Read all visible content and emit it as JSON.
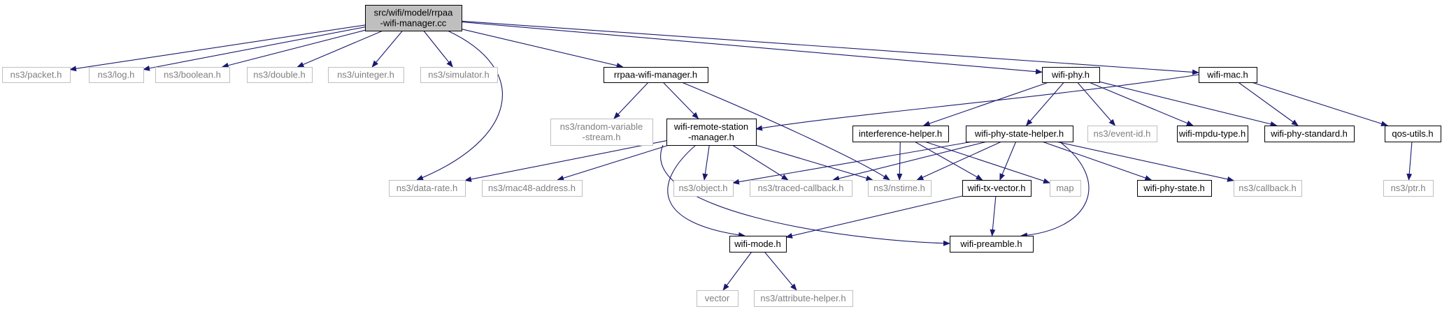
{
  "diagram": {
    "colors": {
      "edge": "#191970",
      "root_fill": "#bfbfbf",
      "local_border": "#000000",
      "external_border": "#bfbfbf",
      "external_text": "#7f7f7f"
    },
    "nodes": [
      {
        "id": "root",
        "lines": [
          "src/wifi/model/rrpaa",
          "-wifi-manager.cc"
        ],
        "kind": "root"
      },
      {
        "id": "packet",
        "lines": [
          "ns3/packet.h"
        ],
        "kind": "external"
      },
      {
        "id": "log",
        "lines": [
          "ns3/log.h"
        ],
        "kind": "external"
      },
      {
        "id": "boolean",
        "lines": [
          "ns3/boolean.h"
        ],
        "kind": "external"
      },
      {
        "id": "double",
        "lines": [
          "ns3/double.h"
        ],
        "kind": "external"
      },
      {
        "id": "uinteger",
        "lines": [
          "ns3/uinteger.h"
        ],
        "kind": "external"
      },
      {
        "id": "simulator",
        "lines": [
          "ns3/simulator.h"
        ],
        "kind": "external"
      },
      {
        "id": "rrpaa",
        "lines": [
          "rrpaa-wifi-manager.h"
        ],
        "kind": "local"
      },
      {
        "id": "wifiphy",
        "lines": [
          "wifi-phy.h"
        ],
        "kind": "local"
      },
      {
        "id": "wifimac",
        "lines": [
          "wifi-mac.h"
        ],
        "kind": "local"
      },
      {
        "id": "randvar",
        "lines": [
          "ns3/random-variable",
          "-stream.h"
        ],
        "kind": "external"
      },
      {
        "id": "wrsm",
        "lines": [
          "wifi-remote-station",
          "-manager.h"
        ],
        "kind": "local"
      },
      {
        "id": "interf",
        "lines": [
          "interference-helper.h"
        ],
        "kind": "local"
      },
      {
        "id": "wpsh",
        "lines": [
          "wifi-phy-state-helper.h"
        ],
        "kind": "local"
      },
      {
        "id": "eventid",
        "lines": [
          "ns3/event-id.h"
        ],
        "kind": "external"
      },
      {
        "id": "mpdutype",
        "lines": [
          "wifi-mpdu-type.h"
        ],
        "kind": "local"
      },
      {
        "id": "phystd",
        "lines": [
          "wifi-phy-standard.h"
        ],
        "kind": "local"
      },
      {
        "id": "qos",
        "lines": [
          "qos-utils.h"
        ],
        "kind": "local"
      },
      {
        "id": "datarate",
        "lines": [
          "ns3/data-rate.h"
        ],
        "kind": "external"
      },
      {
        "id": "mac48",
        "lines": [
          "ns3/mac48-address.h"
        ],
        "kind": "external"
      },
      {
        "id": "object",
        "lines": [
          "ns3/object.h"
        ],
        "kind": "external"
      },
      {
        "id": "traced",
        "lines": [
          "ns3/traced-callback.h"
        ],
        "kind": "external"
      },
      {
        "id": "nstime",
        "lines": [
          "ns3/nstime.h"
        ],
        "kind": "external"
      },
      {
        "id": "txvector",
        "lines": [
          "wifi-tx-vector.h"
        ],
        "kind": "local"
      },
      {
        "id": "map",
        "lines": [
          "map"
        ],
        "kind": "external"
      },
      {
        "id": "physstate",
        "lines": [
          "wifi-phy-state.h"
        ],
        "kind": "local"
      },
      {
        "id": "callback",
        "lines": [
          "ns3/callback.h"
        ],
        "kind": "external"
      },
      {
        "id": "ptr",
        "lines": [
          "ns3/ptr.h"
        ],
        "kind": "external"
      },
      {
        "id": "mode",
        "lines": [
          "wifi-mode.h"
        ],
        "kind": "local"
      },
      {
        "id": "preamble",
        "lines": [
          "wifi-preamble.h"
        ],
        "kind": "local"
      },
      {
        "id": "vector",
        "lines": [
          "vector"
        ],
        "kind": "external"
      },
      {
        "id": "attrhelper",
        "lines": [
          "ns3/attribute-helper.h"
        ],
        "kind": "external"
      }
    ],
    "edges": [
      {
        "from": "root",
        "to": "packet"
      },
      {
        "from": "root",
        "to": "log"
      },
      {
        "from": "root",
        "to": "boolean"
      },
      {
        "from": "root",
        "to": "double"
      },
      {
        "from": "root",
        "to": "uinteger"
      },
      {
        "from": "root",
        "to": "simulator"
      },
      {
        "from": "root",
        "to": "rrpaa"
      },
      {
        "from": "root",
        "to": "wifiphy"
      },
      {
        "from": "root",
        "to": "wifimac"
      },
      {
        "from": "root",
        "to": "datarate"
      },
      {
        "from": "rrpaa",
        "to": "randvar"
      },
      {
        "from": "rrpaa",
        "to": "wrsm"
      },
      {
        "from": "rrpaa",
        "to": "nstime"
      },
      {
        "from": "wifiphy",
        "to": "interf"
      },
      {
        "from": "wifiphy",
        "to": "wpsh"
      },
      {
        "from": "wifiphy",
        "to": "eventid"
      },
      {
        "from": "wifiphy",
        "to": "mpdutype"
      },
      {
        "from": "wifiphy",
        "to": "phystd"
      },
      {
        "from": "wifimac",
        "to": "wrsm"
      },
      {
        "from": "wifimac",
        "to": "phystd"
      },
      {
        "from": "wifimac",
        "to": "qos"
      },
      {
        "from": "wrsm",
        "to": "datarate"
      },
      {
        "from": "wrsm",
        "to": "mac48"
      },
      {
        "from": "wrsm",
        "to": "object"
      },
      {
        "from": "wrsm",
        "to": "traced"
      },
      {
        "from": "wrsm",
        "to": "nstime"
      },
      {
        "from": "wrsm",
        "to": "mode"
      },
      {
        "from": "wrsm",
        "to": "preamble"
      },
      {
        "from": "interf",
        "to": "nstime"
      },
      {
        "from": "interf",
        "to": "txvector"
      },
      {
        "from": "interf",
        "to": "map"
      },
      {
        "from": "wpsh",
        "to": "object"
      },
      {
        "from": "wpsh",
        "to": "traced"
      },
      {
        "from": "wpsh",
        "to": "nstime"
      },
      {
        "from": "wpsh",
        "to": "txvector"
      },
      {
        "from": "wpsh",
        "to": "physstate"
      },
      {
        "from": "wpsh",
        "to": "callback"
      },
      {
        "from": "wpsh",
        "to": "preamble"
      },
      {
        "from": "qos",
        "to": "ptr"
      },
      {
        "from": "txvector",
        "to": "mode"
      },
      {
        "from": "txvector",
        "to": "preamble"
      },
      {
        "from": "mode",
        "to": "vector"
      },
      {
        "from": "mode",
        "to": "attrhelper"
      }
    ]
  }
}
